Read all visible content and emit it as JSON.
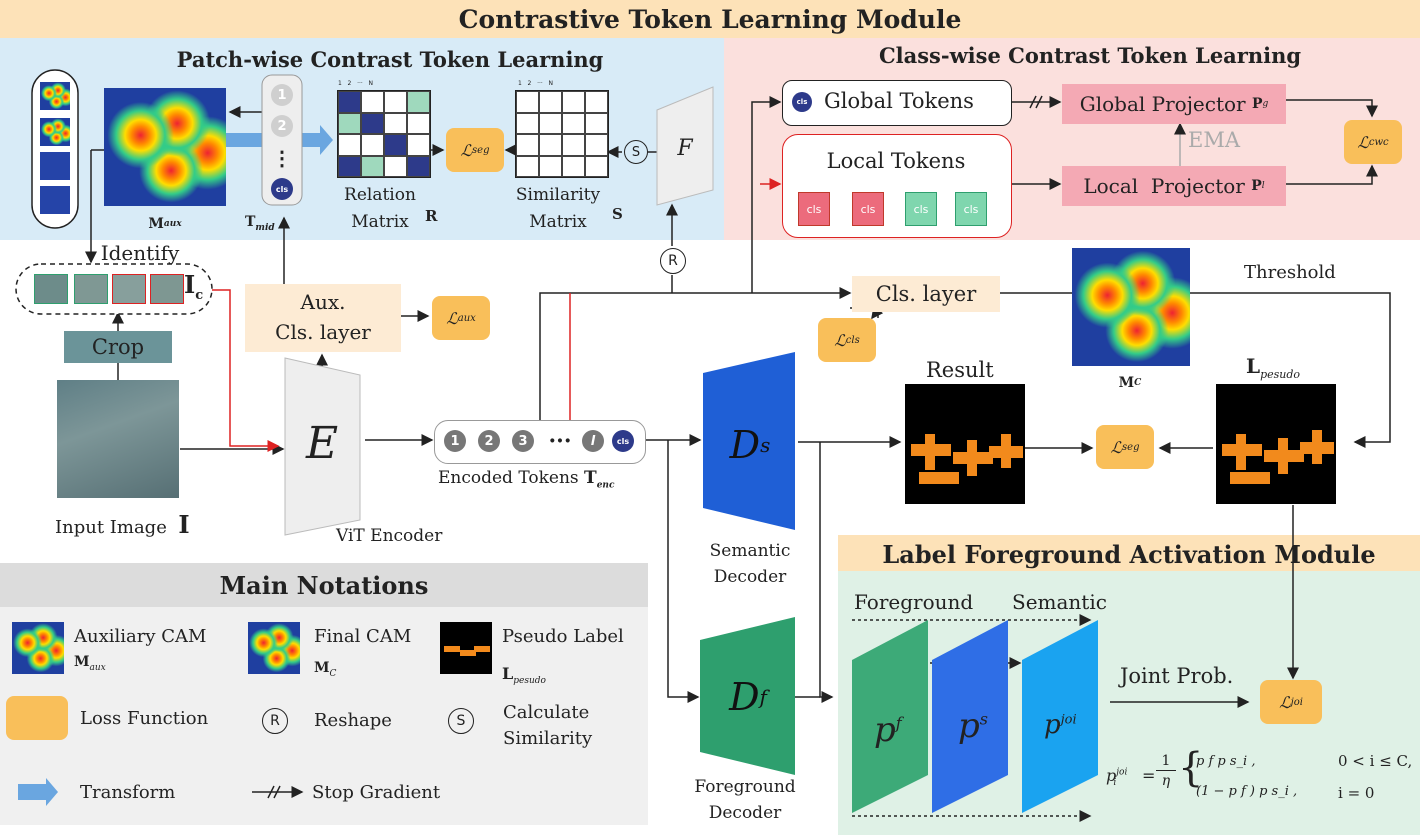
{
  "title": "Contrastive Token Learning Module",
  "patch": {
    "title": "Patch-wise Contrast Token Learning",
    "maux": "M",
    "maux_sub": "aux",
    "tmid": "T",
    "tmid_sub": "mid",
    "relation_label_1": "Relation",
    "relation_label_2": "Matrix",
    "relation_symbol": "R",
    "similarity_label_1": "Similarity",
    "similarity_label_2": "Matrix",
    "similarity_symbol": "S",
    "token_1": "1",
    "token_2": "2",
    "token_dots": "⋮",
    "cls": "cls",
    "grid_header": "1   2   ···   N",
    "loss_seg": "ℒ",
    "loss_seg_sub": "seg",
    "s_circle": "S",
    "f_label": "F"
  },
  "classwise": {
    "title": "Class-wise Contrast Token Learning",
    "global_tokens": "Global Tokens",
    "global_projector": "Global Projector",
    "global_projector_sym": "P",
    "global_projector_sub": "g",
    "local_tokens": "Local Tokens",
    "local_projector": "Local  Projector",
    "local_projector_sym": "P",
    "local_projector_sub": "l",
    "ema": "EMA",
    "loss_cwc": "ℒ",
    "loss_cwc_sub": "cwc",
    "cls": "cls",
    "stop_grad": "-//->"
  },
  "main": {
    "identify": "Identify",
    "ic": "I",
    "ic_sub": "c",
    "crop": "Crop",
    "input_image": "Input Image",
    "input_symbol": "I",
    "aux_cls_1": "Aux.",
    "aux_cls_2": "Cls. layer",
    "loss_aux": "ℒ",
    "loss_aux_sub": "aux",
    "encoder_symbol": "E",
    "encoder_label": "ViT Encoder",
    "enc_tokens": [
      "1",
      "2",
      "3",
      "···",
      "l",
      "cls"
    ],
    "encoded_tokens": "Encoded Tokens",
    "tenc": "T",
    "tenc_sub": "enc",
    "r_circle": "R",
    "cls_layer": "Cls. layer",
    "loss_cls": "ℒ",
    "loss_cls_sub": "cls",
    "threshold": "Threshold",
    "mc": "M",
    "mc_sub": "C",
    "result": "Result",
    "lpseudo": "L",
    "lpseudo_sub": "pesudo",
    "loss_seg": "ℒ",
    "loss_seg_sub": "seg",
    "ds_symbol": "D",
    "ds_sub": "s",
    "semantic_decoder_1": "Semantic",
    "semantic_decoder_2": "Decoder",
    "df_symbol": "D",
    "df_sub": "f",
    "foreground_decoder_1": "Foreground",
    "foreground_decoder_2": "Decoder"
  },
  "lfam": {
    "title": "Label Foreground Activation Module",
    "foreground": "Foreground",
    "semantic": "Semantic",
    "pf": "p",
    "pf_sup": "f",
    "ps": "p",
    "ps_sup": "s",
    "pjoi": "p",
    "pjoi_sup": "joi",
    "joint_prob": "Joint Prob.",
    "loss_joi": "ℒ",
    "loss_joi_sub": "joi",
    "eq_lhs": "p",
    "eq_lhs_sup": "joi",
    "eq_lhs_sub": "i",
    "eq_frac_num": "1",
    "eq_frac_den": "η",
    "eq_case1": "p f p s_i ,",
    "eq_case2": "(1 − p f ) p s_i ,",
    "eq_cond1": "0 < i ≤ C,",
    "eq_cond2": "i = 0"
  },
  "notations": {
    "title": "Main Notations",
    "aux_cam": "Auxiliary CAM",
    "aux_cam_sym": "M",
    "aux_cam_sub": "aux",
    "final_cam": "Final CAM",
    "final_cam_sym": "M",
    "final_cam_sub": "C",
    "pseudo_label": "Pseudo Label",
    "pseudo_sym": "L",
    "pseudo_sub": "pesudo",
    "loss_function": "Loss Function",
    "r_circle": "R",
    "reshape": "Reshape",
    "s_circle": "S",
    "calc_sim_1": "Calculate",
    "calc_sim_2": "Similarity",
    "transform": "Transform",
    "stop_gradient": "Stop Gradient"
  },
  "colors": {
    "title_bg": "#fde2b8",
    "patch_bg": "#d8ebf7",
    "class_bg": "#fbe0dd",
    "lfam_bg": "#dff1e6",
    "notation_bg": "#f0f0f0",
    "notation_title_bg": "#dcdcdc",
    "loss": "#f9bf5a",
    "projector": "#f4a9b4",
    "ds": "#1f5fd6",
    "df": "#2e9f6e",
    "transform_arrow": "#6aa6e0"
  }
}
